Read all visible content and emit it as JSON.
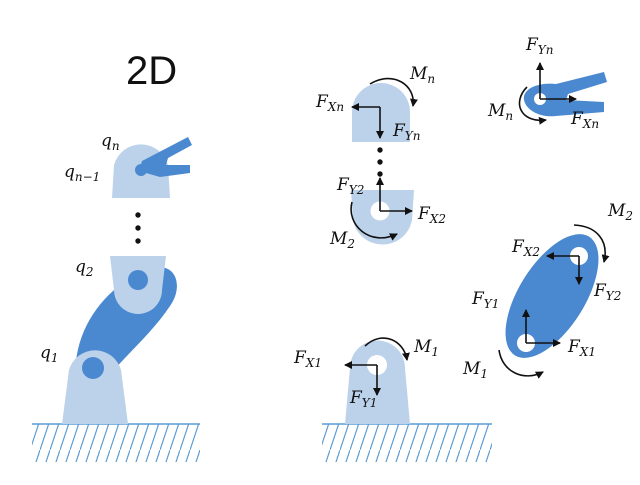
{
  "title": "2D",
  "arm_labels": {
    "qn_main": "q",
    "qn_sub": "n",
    "qn1_main": "q",
    "qn1_sub": "n−1",
    "q2_main": "q",
    "q2_sub": "2",
    "q1_main": "q",
    "q1_sub": "1"
  },
  "link_n": {
    "mn_main": "M",
    "mn_sub": "n",
    "fxn_main": "F",
    "fxn_sub": "Xn",
    "fyn_main": "F",
    "fyn_sub": "Yn",
    "fy2_main": "F",
    "fy2_sub": "Y2",
    "fx2_main": "F",
    "fx2_sub": "X2",
    "m2_main": "M",
    "m2_sub": "2"
  },
  "gripper": {
    "fyn_main": "F",
    "fyn_sub": "Yn",
    "mn_main": "M",
    "mn_sub": "n",
    "fxn_main": "F",
    "fxn_sub": "Xn"
  },
  "link_2": {
    "m2_main": "M",
    "m2_sub": "2",
    "fx2_main": "F",
    "fx2_sub": "X2",
    "fy2_main": "F",
    "fy2_sub": "Y2",
    "fy1_main": "F",
    "fy1_sub": "Y1",
    "fx1_main": "F",
    "fx1_sub": "X1",
    "m1_main": "M",
    "m1_sub": "1"
  },
  "base": {
    "fx1_main": "F",
    "fx1_sub": "X1",
    "m1_main": "M",
    "m1_sub": "1",
    "fy1_main": "F",
    "fy1_sub": "Y1"
  },
  "colors": {
    "light_link": "#bcd2ea",
    "dark_link": "#4a88d0",
    "joint_dark": "#4a88d0",
    "ground_line": "#5b9bd5",
    "arrow": "#111111"
  }
}
